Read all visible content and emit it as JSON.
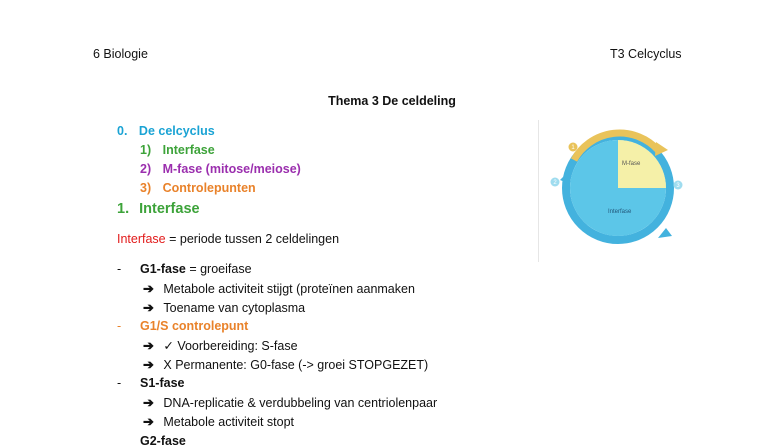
{
  "header": {
    "left": "6 Biologie",
    "right": "T3 Celcyclus"
  },
  "title": "Thema 3 De celdeling",
  "toc": {
    "main": {
      "num": "0.",
      "label": "De celcyclus"
    },
    "items": [
      {
        "num": "1)",
        "label": "Interfase"
      },
      {
        "num": "2)",
        "label": "M-fase (mitose/meiose)"
      },
      {
        "num": "3)",
        "label": "Controlepunten"
      }
    ]
  },
  "section1": {
    "num": "1.",
    "label": "Interfase"
  },
  "definition": {
    "term": "Interfase",
    "rest": " = periode tussen 2 celdelingen"
  },
  "list": {
    "g1": {
      "dash": "-",
      "title": "G1-fase",
      "rest": " = groeifase",
      "subs": [
        "Metabole activiteit stijgt (proteïnen aanmaken",
        "Toename van cytoplasma"
      ]
    },
    "g1s": {
      "dash": "-",
      "title": "G1/S controlepunt",
      "subs": [
        "✓ Voorbereiding: S-fase",
        "X Permanente: G0-fase (-> groei STOPGEZET)"
      ]
    },
    "s1": {
      "dash": "-",
      "title": "S1-fase",
      "subs": [
        " DNA-replicatie & verdubbeling van centriolenpaar",
        "Metabole activiteit stopt"
      ]
    },
    "g2": {
      "title": "G2-fase"
    }
  },
  "diagram": {
    "mfase_label": "M-fase",
    "interfase_label": "Interfase",
    "markers": [
      "1",
      "2",
      "3"
    ],
    "colors": {
      "circle": "#5cc6e8",
      "ring": "#43b2de",
      "wedge": "#f5f0a8",
      "arc": "#e9c35a"
    }
  },
  "arrow_glyph": "➔"
}
